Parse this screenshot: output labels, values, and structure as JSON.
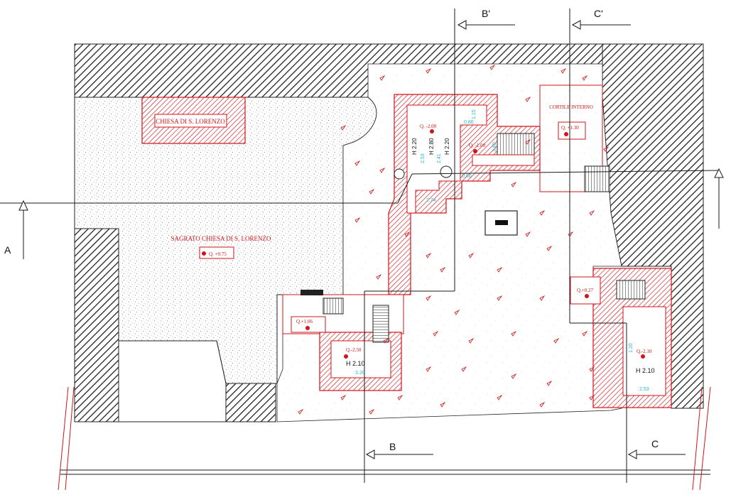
{
  "colors": {
    "wall": "#d0141a",
    "hatch_dark": "#222222",
    "line": "#1a1a1a",
    "dimension": "#21b8c8",
    "background": "#ffffff"
  },
  "labels": {
    "church": "CHIESA DI S. LORENZO",
    "churchyard": "SAGRATO CHIESA DI S. LORENZO",
    "courtyard": "CORTILE INTERNO"
  },
  "sections": {
    "A": "A",
    "B": "B",
    "B_prime": "B'",
    "C": "C",
    "C_prime": "C'"
  },
  "elevations": {
    "churchyard": "Q.  +0.75",
    "courtyard": "Q.  +1.30",
    "upper_room": "Q.  -2.00",
    "corridor": "Q.  -1.00",
    "entry": "Q.+1.06",
    "cellar_left": "Q.-2.50",
    "east_stair": "Q.+0.27",
    "cellar_right": "Q.-2.10"
  },
  "heights": {
    "h1": "H 2.20",
    "h2": "H 2.80",
    "h3": "H 2.20",
    "cellar_left": "H 2.10",
    "cellar_right": "H 2.10"
  },
  "dimensions": {
    "d1": "0.80",
    "d2": "1.15",
    "d3": "2.53",
    "d4": "2.41",
    "d5": "3.80",
    "d6": "0.80",
    "d7": "2.74",
    "d8": "3.20",
    "d9": "2.53",
    "d10": "1.20"
  }
}
